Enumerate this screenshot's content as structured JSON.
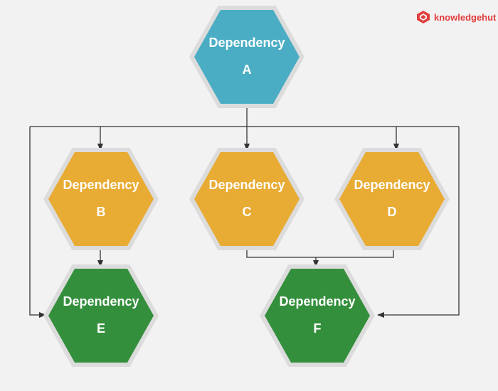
{
  "brand": {
    "name": "knowledgehut",
    "color": "#e23d3d"
  },
  "colors": {
    "top": "#4badc4",
    "middle": "#e8ab33",
    "bottom": "#348f3d",
    "outline": "#dcdcdc",
    "connector": "#333333",
    "label": "#ffffff"
  },
  "nodes": [
    {
      "id": "A",
      "line1": "Dependency",
      "line2": "A",
      "tier": "top"
    },
    {
      "id": "B",
      "line1": "Dependency",
      "line2": "B",
      "tier": "middle"
    },
    {
      "id": "C",
      "line1": "Dependency",
      "line2": "C",
      "tier": "middle"
    },
    {
      "id": "D",
      "line1": "Dependency",
      "line2": "D",
      "tier": "middle"
    },
    {
      "id": "E",
      "line1": "Dependency",
      "line2": "E",
      "tier": "bottom"
    },
    {
      "id": "F",
      "line1": "Dependency",
      "line2": "F",
      "tier": "bottom"
    }
  ],
  "edges": [
    {
      "from": "A",
      "to": "B"
    },
    {
      "from": "A",
      "to": "C"
    },
    {
      "from": "A",
      "to": "D"
    },
    {
      "from": "A",
      "to": "E"
    },
    {
      "from": "A",
      "to": "F"
    },
    {
      "from": "B",
      "to": "E"
    },
    {
      "from": "C",
      "to": "F"
    },
    {
      "from": "D",
      "to": "F"
    }
  ]
}
